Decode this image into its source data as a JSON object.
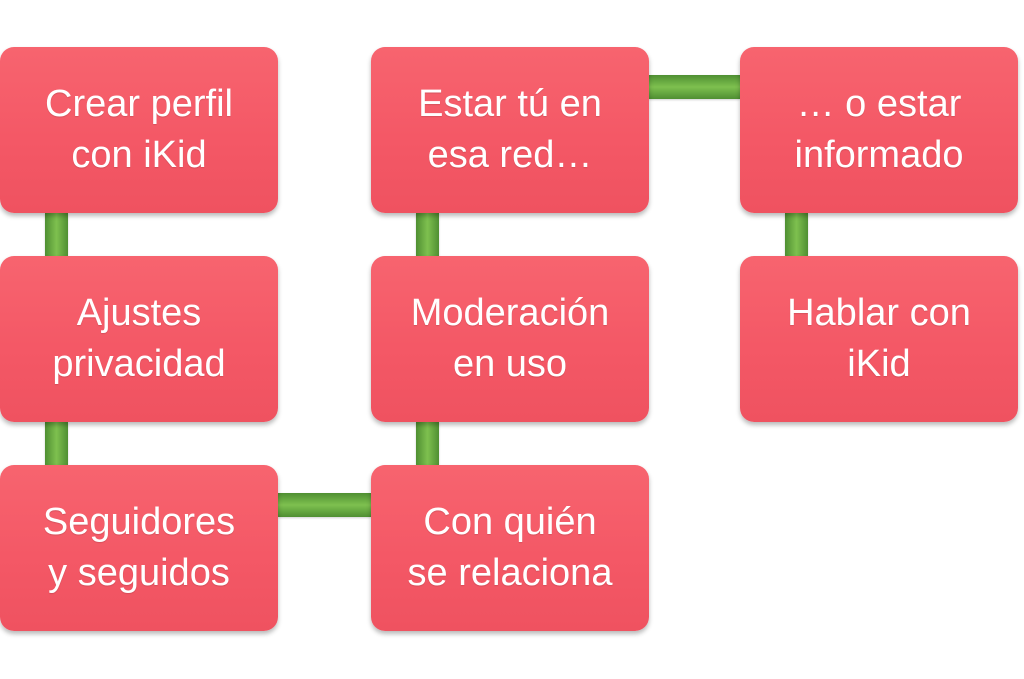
{
  "diagram": {
    "colors": {
      "box_fill": "#f45a66",
      "connector": "#6aaa42",
      "text": "#ffffff"
    },
    "nodes": [
      {
        "id": "crear-perfil",
        "label": "Crear perfil\ncon iKid"
      },
      {
        "id": "ajustes-privacidad",
        "label": "Ajustes\nprivacidad"
      },
      {
        "id": "seguidores",
        "label": "Seguidores\ny seguidos"
      },
      {
        "id": "con-quien",
        "label": "Con quién\nse relaciona"
      },
      {
        "id": "moderacion",
        "label": "Moderación\nen uso"
      },
      {
        "id": "estar-tu",
        "label": "Estar tú en\nesa red…"
      },
      {
        "id": "estar-informado",
        "label": "… o estar\ninformado"
      },
      {
        "id": "hablar-ikid",
        "label": "Hablar con\niKid"
      }
    ],
    "edges": [
      [
        "crear-perfil",
        "ajustes-privacidad"
      ],
      [
        "ajustes-privacidad",
        "seguidores"
      ],
      [
        "seguidores",
        "con-quien"
      ],
      [
        "con-quien",
        "moderacion"
      ],
      [
        "moderacion",
        "estar-tu"
      ],
      [
        "estar-tu",
        "estar-informado"
      ],
      [
        "estar-informado",
        "hablar-ikid"
      ]
    ]
  }
}
